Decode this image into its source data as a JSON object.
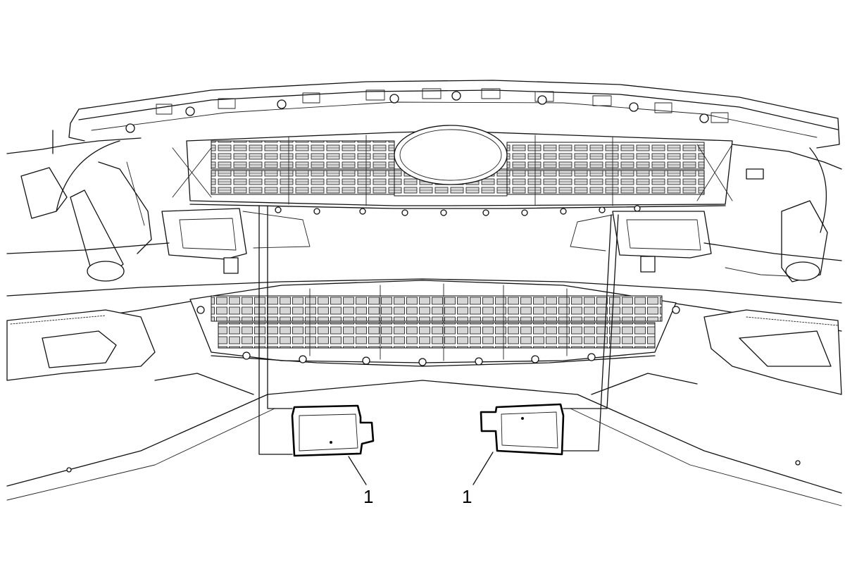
{
  "callouts": [
    {
      "label": "1",
      "target": "left-radar-sensor-module"
    },
    {
      "label": "1",
      "target": "right-radar-sensor-module"
    }
  ]
}
